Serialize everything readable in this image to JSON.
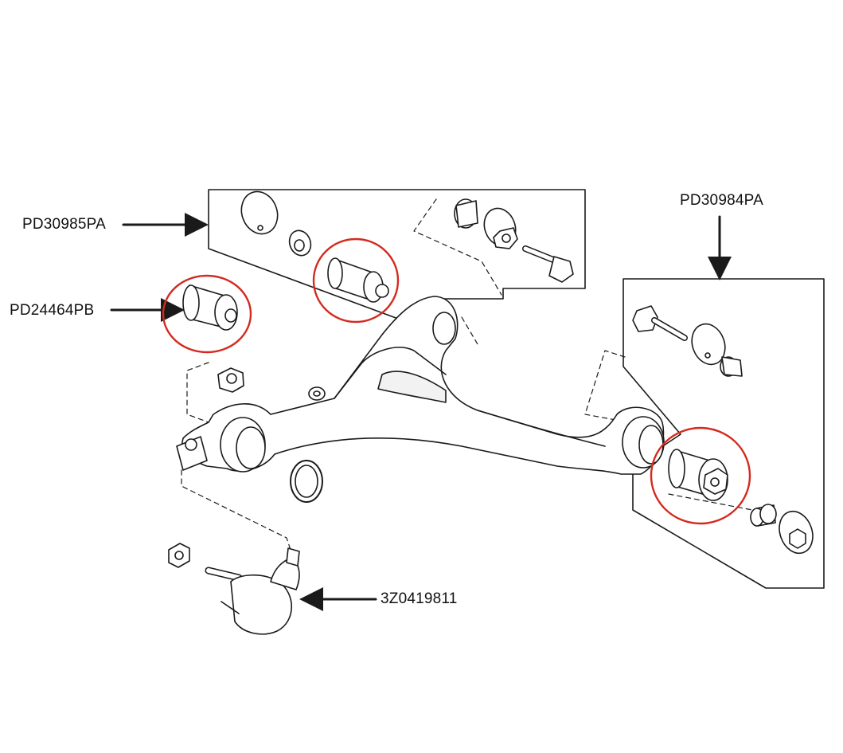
{
  "diagram": {
    "labels": {
      "left_upper_kit": "PD30985PA",
      "left_bushing": "PD24464PB",
      "right_kit": "PD30984PA",
      "ball_joint": "3Z0419811"
    },
    "colors": {
      "line": "#1a1a1a",
      "highlight": "#d42a1f",
      "fill": "#ffffff",
      "shade": "#e8e8e8"
    }
  }
}
